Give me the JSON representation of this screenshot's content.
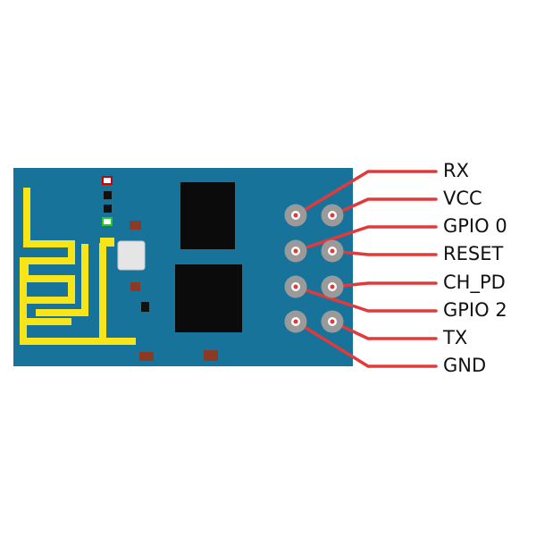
{
  "board": {
    "pcb_color": "#17739a",
    "antenna_color": "#f7e51a",
    "chip_color": "#0b0b0b",
    "pin_ring_color": "#9a9a9a",
    "wire_color": "#e23a3a",
    "icon": "esp8266-esp01-module"
  },
  "pins": [
    {
      "label": "RX"
    },
    {
      "label": "VCC"
    },
    {
      "label": "GPIO 0"
    },
    {
      "label": "RESET"
    },
    {
      "label": "CH_PD"
    },
    {
      "label": "GPIO 2"
    },
    {
      "label": "TX"
    },
    {
      "label": "GND"
    }
  ]
}
